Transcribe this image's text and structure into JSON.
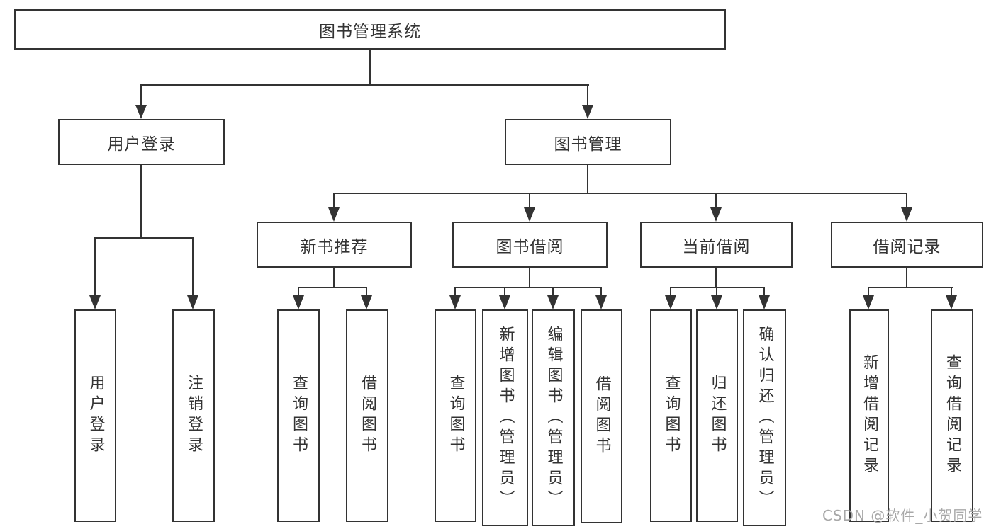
{
  "diagram": {
    "root": {
      "label": "图书管理系统"
    },
    "level2": [
      {
        "id": "user-login",
        "label": "用户登录"
      },
      {
        "id": "book-management",
        "label": "图书管理"
      }
    ],
    "level3": [
      {
        "id": "new-book-recommend",
        "label": "新书推荐"
      },
      {
        "id": "book-borrow",
        "label": "图书借阅"
      },
      {
        "id": "current-borrow",
        "label": "当前借阅"
      },
      {
        "id": "borrow-records",
        "label": "借阅记录"
      }
    ],
    "leaves": [
      {
        "group": "user-login",
        "label": "用户登录"
      },
      {
        "group": "user-login",
        "label": "注销登录"
      },
      {
        "group": "new-book-recommend",
        "label": "查询图书"
      },
      {
        "group": "new-book-recommend",
        "label": "借阅图书"
      },
      {
        "group": "book-borrow",
        "label": "查询图书"
      },
      {
        "group": "book-borrow",
        "label": "新增图书（管理员）"
      },
      {
        "group": "book-borrow",
        "label": "编辑图书（管理员）"
      },
      {
        "group": "book-borrow",
        "label": "借阅图书"
      },
      {
        "group": "current-borrow",
        "label": "查询图书"
      },
      {
        "group": "current-borrow",
        "label": "归还图书"
      },
      {
        "group": "current-borrow",
        "label": "确认归还（管理员）"
      },
      {
        "group": "borrow-records",
        "label": "新增借阅记录"
      },
      {
        "group": "borrow-records",
        "label": "查询借阅记录"
      }
    ],
    "watermark": {
      "text": "CSDN @软件_小贺同学"
    },
    "colors": {
      "line": "#333333",
      "text": "#333333",
      "box_background": "#ffffff",
      "watermark": "#a8a8a8",
      "background": "#ffffff"
    }
  }
}
